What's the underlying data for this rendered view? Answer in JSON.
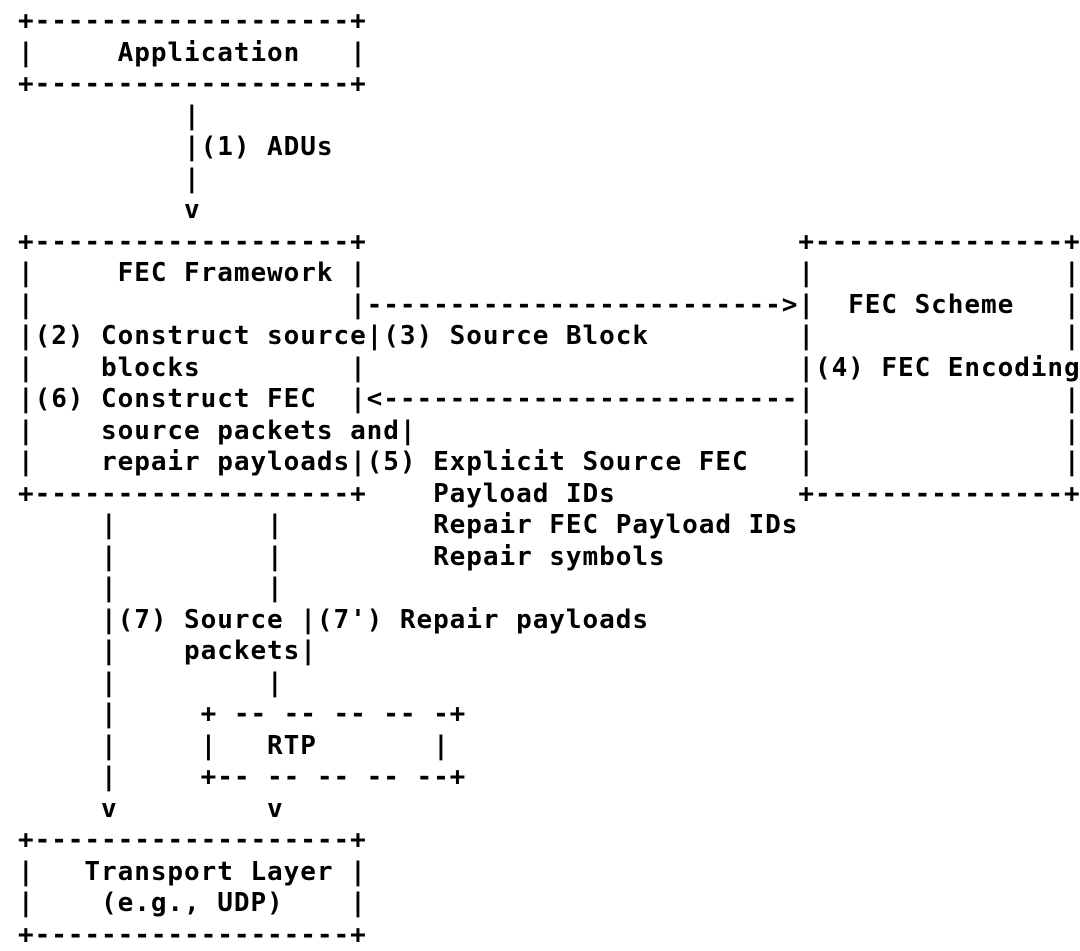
{
  "diagram": {
    "title": "FEC Framework Architecture",
    "type": "ascii-art-block-diagram",
    "nodes": [
      {
        "id": "application",
        "label": "Application",
        "border": "solid-ascii",
        "grid": {
          "col_start": 0,
          "col_end": 20,
          "row_start": 0,
          "row_end": 2
        }
      },
      {
        "id": "fec-framework",
        "label": "FEC Framework",
        "border": "solid-ascii",
        "grid": {
          "col_start": 0,
          "col_end": 20,
          "row_start": 7,
          "row_end": 15
        },
        "steps": [
          "(2) Construct source blocks",
          "(6) Construct FEC source packets and repair payloads"
        ]
      },
      {
        "id": "fec-scheme",
        "label": "FEC Scheme",
        "border": "solid-ascii",
        "grid": {
          "col_start": 44,
          "col_end": 59,
          "row_start": 7,
          "row_end": 15
        },
        "steps": [
          "(4) FEC Encoding"
        ]
      },
      {
        "id": "rtp",
        "label": "RTP",
        "border": "dashed-ascii",
        "grid": {
          "col_start": 10,
          "col_end": 19,
          "row_start": 21,
          "row_end": 23
        }
      },
      {
        "id": "transport-layer",
        "label": "Transport Layer",
        "sublabel": "(e.g., UDP)",
        "border": "solid-ascii",
        "grid": {
          "col_start": 0,
          "col_end": 20,
          "row_start": 25,
          "row_end": 28
        }
      }
    ],
    "edges": [
      {
        "id": "adus",
        "label": "(1) ADUs",
        "from": "application",
        "to": "fec-framework",
        "direction": "down",
        "arrow": "v"
      },
      {
        "id": "source-block",
        "label": "(3) Source Block",
        "from": "fec-framework",
        "to": "fec-scheme",
        "direction": "right",
        "arrow": ">"
      },
      {
        "id": "explicit-source-fec",
        "label": "(5) Explicit Source FEC Payload IDs Repair FEC Payload IDs Repair symbols",
        "label_lines": [
          "(5) Explicit Source FEC",
          "Payload IDs",
          "Repair FEC Payload IDs",
          "Repair symbols"
        ],
        "from": "fec-scheme",
        "to": "fec-framework",
        "direction": "left",
        "arrow": "<"
      },
      {
        "id": "source-packets",
        "label": "(7) Source packets",
        "label_lines": [
          "(7) Source",
          "packets"
        ],
        "from": "fec-framework",
        "to": "transport-layer",
        "direction": "down",
        "arrow": "v"
      },
      {
        "id": "repair-payloads",
        "label": "(7') Repair payloads",
        "from": "fec-framework",
        "to": "transport-layer",
        "direction": "down",
        "arrow": "v",
        "passes_through": "rtp"
      }
    ],
    "labels": {
      "application": "Application",
      "adus": "(1) ADUs",
      "fec_framework": "FEC Framework",
      "construct_source_blocks_1": "(2) Construct source",
      "construct_source_blocks_2": "blocks",
      "construct_fec_1": "(6) Construct FEC",
      "construct_fec_2": "source packets and",
      "construct_fec_3": "repair payloads",
      "source_block": "(3) Source Block",
      "fec_scheme": "FEC Scheme",
      "fec_encoding": "(4) FEC Encoding",
      "explicit_source_fec_1": "(5) Explicit Source FEC",
      "explicit_source_fec_2": "Payload IDs",
      "explicit_source_fec_3": "Repair FEC Payload IDs",
      "explicit_source_fec_4": "Repair symbols",
      "source_packets_1": "(7) Source",
      "source_packets_2": "packets",
      "repair_payloads": "(7') Repair payloads",
      "rtp": "RTP",
      "transport_layer": "Transport Layer",
      "transport_layer_sub": "(e.g., UDP)"
    },
    "colors": {
      "ink": "#000000",
      "paper": "#ffffff"
    },
    "art_lines": [
      "+-------------------+",
      "|     Application   |",
      "+-------------------+",
      "          |",
      "          |(1) ADUs",
      "          |",
      "          v",
      "+-------------------+                         +---------------+",
      "|    FEC Framework  |                         |               |",
      "|                   |------------------------>|  FEC Scheme   |",
      "|(2) Construct source|(3) Source Block        |               |",
      "|    blocks         |                         |(4) FEC Encoding|",
      "|(6) Construct FEC  |<------------------------|               |",
      "|    source packets and|                      |               |",
      "|    repair payloads|(5) Explicit Source FEC  |               |",
      "+-------------------+    Payload IDs          +---------------+",
      "     |         |         Repair FEC Payload IDs",
      "     |         |         Repair symbols",
      "     |         |",
      "     |(7) Source|(7') Repair payloads",
      "     |  packets |",
      "     |         |",
      "     |     + -- -- -- -- -+",
      "     |     |   RTP        |",
      "     |     +-- -- -- -- --+",
      "     v         v",
      "+-------------------+",
      "|  Transport Layer  |",
      "|    (e.g., UDP)    |",
      "+-------------------+"
    ],
    "rows": [
      {
        "id": "row-00",
        "text": "+-------------------+"
      },
      {
        "id": "row-01",
        "text": "|     Application   |"
      },
      {
        "id": "row-02",
        "text": "+-------------------+"
      },
      {
        "id": "row-03",
        "text": "          |"
      },
      {
        "id": "row-04",
        "text": "          |(1) ADUs"
      },
      {
        "id": "row-05",
        "text": "          |"
      },
      {
        "id": "row-06",
        "text": "          v"
      },
      {
        "id": "row-07",
        "text": "+-------------------+                          +---------------+"
      },
      {
        "id": "row-08",
        "text": "|     FEC Framework |                          |               |"
      },
      {
        "id": "row-09",
        "text": "|                   |------------------------->|  FEC Scheme   |"
      },
      {
        "id": "row-10",
        "text": "|(2) Construct source|(3) Source Block         |               |"
      },
      {
        "id": "row-11",
        "text": "|    blocks         |                          |(4) FEC Encoding|"
      },
      {
        "id": "row-12",
        "text": "|(6) Construct FEC  |<-------------------------|               |"
      },
      {
        "id": "row-13",
        "text": "|    source packets and|                       |               |"
      },
      {
        "id": "row-14",
        "text": "|    repair payloads|(5) Explicit Source FEC   |               |"
      },
      {
        "id": "row-15",
        "text": "+-------------------+    Payload IDs           +---------------+"
      },
      {
        "id": "row-16",
        "text": "     |         |         Repair FEC Payload IDs"
      },
      {
        "id": "row-17",
        "text": "     |         |         Repair symbols"
      },
      {
        "id": "row-18",
        "text": "     |         |"
      },
      {
        "id": "row-19",
        "text": "     |(7) Source |(7') Repair payloads"
      },
      {
        "id": "row-20",
        "text": "     |    packets|"
      },
      {
        "id": "row-21",
        "text": "     |         |"
      },
      {
        "id": "row-22",
        "text": "     |     + -- -- -- -- -+"
      },
      {
        "id": "row-23",
        "text": "     |     |   RTP       |"
      },
      {
        "id": "row-24",
        "text": "     |     +-- -- -- -- --+"
      },
      {
        "id": "row-25",
        "text": "     v         v"
      },
      {
        "id": "row-26",
        "text": "+-------------------+"
      },
      {
        "id": "row-27",
        "text": "|   Transport Layer |"
      },
      {
        "id": "row-28",
        "text": "|    (e.g., UDP)    |"
      },
      {
        "id": "row-29",
        "text": "+-------------------+"
      }
    ]
  }
}
